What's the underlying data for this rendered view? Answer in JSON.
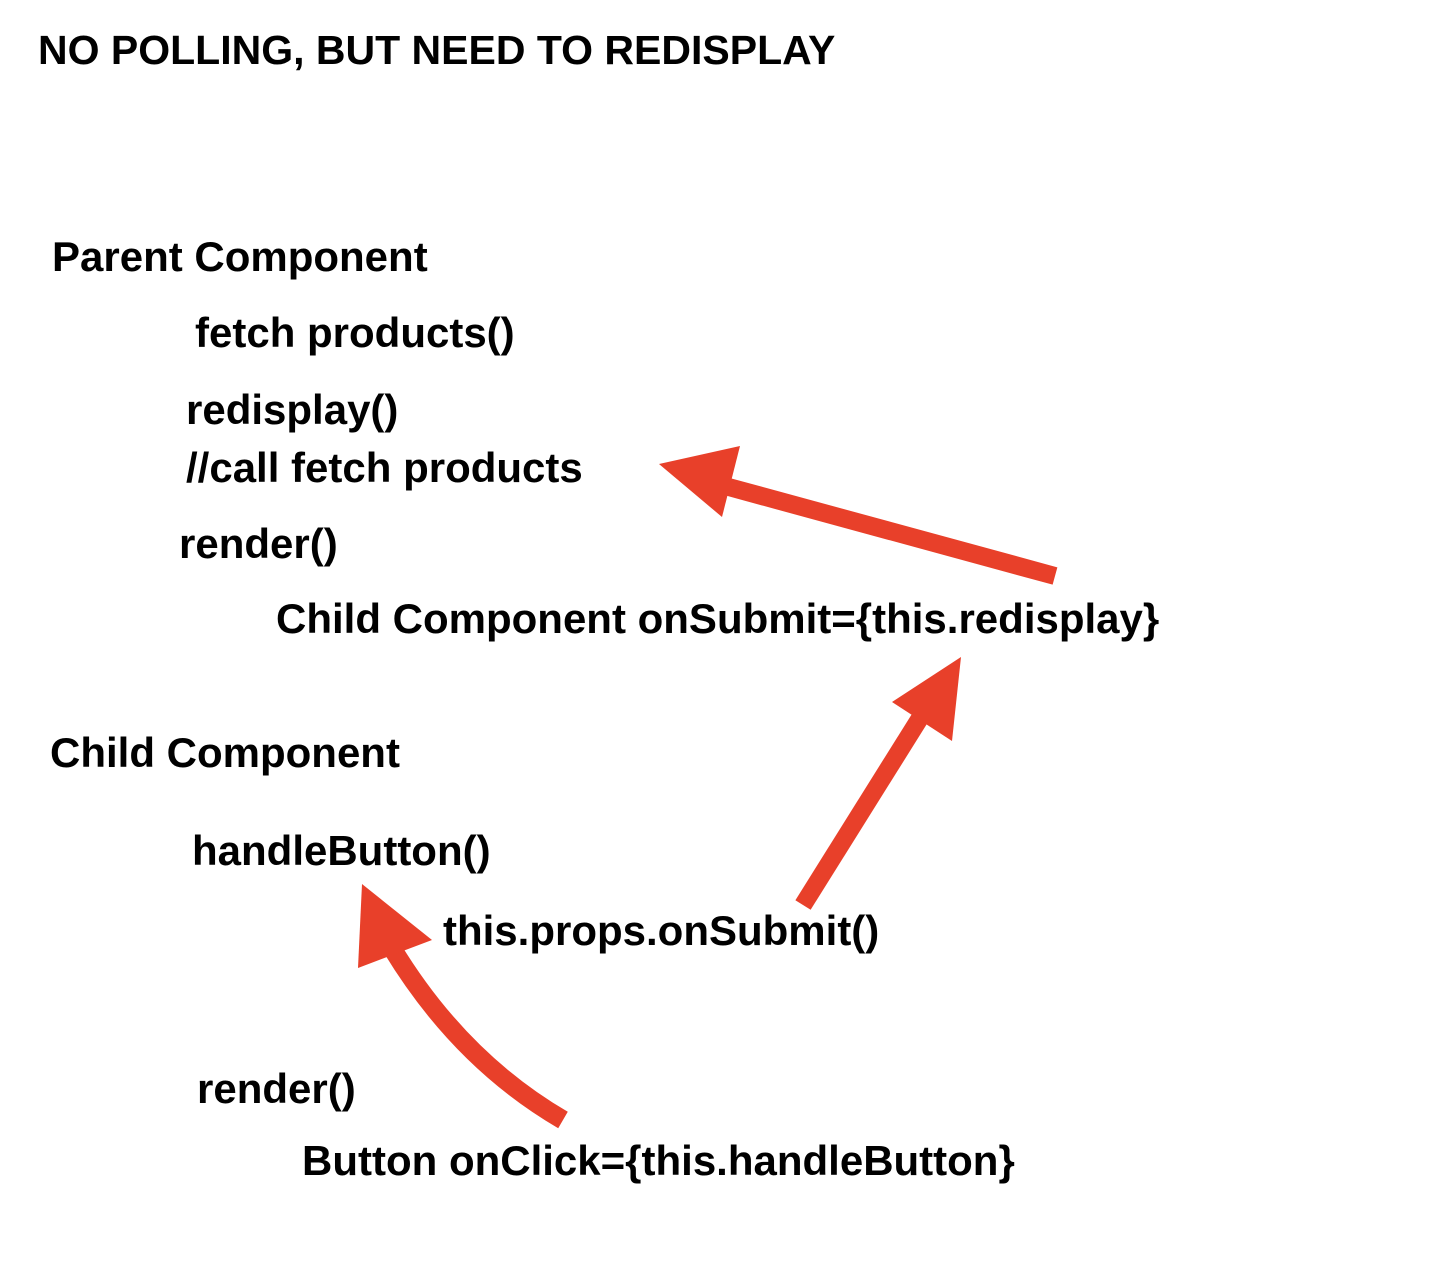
{
  "title": "NO POLLING, BUT NEED TO REDISPLAY",
  "parent": {
    "heading": "Parent Component",
    "fetch": "fetch products()",
    "redisplay": "redisplay()",
    "comment": "//call fetch products",
    "render": "render()",
    "child_element": "Child Component onSubmit={this.redisplay}"
  },
  "child": {
    "heading": "Child Component",
    "handle_button": "handleButton()",
    "props_call": "this.props.onSubmit()",
    "render": "render()",
    "button_element": "Button onClick={this.handleButton}"
  },
  "colors": {
    "arrow": "#e8402a"
  }
}
